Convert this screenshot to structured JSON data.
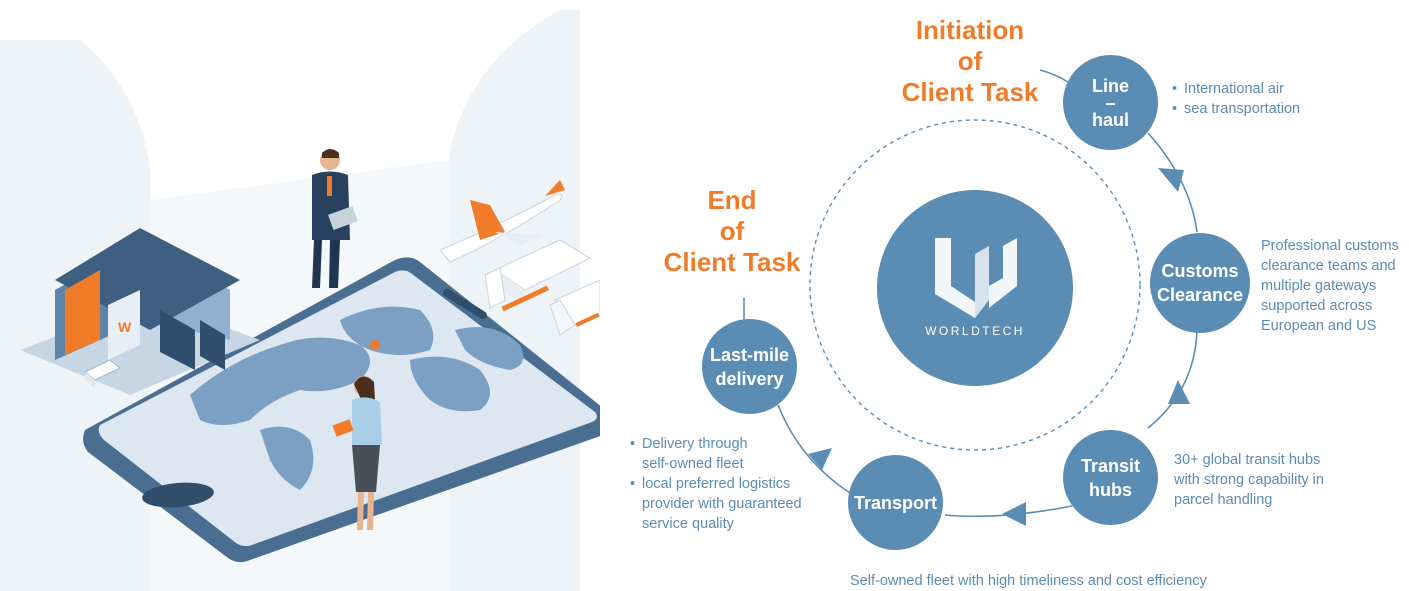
{
  "brand": {
    "logo_mark": "W",
    "name": "WORLDTECH",
    "primary_color": "#5b8db4",
    "accent_color": "#f07c2a"
  },
  "start": {
    "title_lines": [
      "Initiation",
      "of",
      "Client Task"
    ]
  },
  "end": {
    "title_lines": [
      "End",
      "of",
      "Client Task"
    ]
  },
  "steps": [
    {
      "id": "line-haul",
      "label_lines": [
        "Line",
        "–",
        "haul"
      ],
      "description": [
        "International air",
        "sea transportation"
      ],
      "bulleted": true
    },
    {
      "id": "customs-clearance",
      "label_lines": [
        "Customs",
        "Clearance"
      ],
      "description": [
        "Professional customs",
        "clearance teams and",
        "multiple gateways",
        "supported across",
        "European and US"
      ],
      "bulleted": false
    },
    {
      "id": "transit-hubs",
      "label_lines": [
        "Transit",
        "hubs"
      ],
      "description": [
        "30+ global transit hubs",
        "with strong capability in",
        "parcel handling"
      ],
      "bulleted": false
    },
    {
      "id": "transport",
      "label_lines": [
        "Transport"
      ],
      "description": [
        "Self-owned fleet with high timeliness and cost efficiency"
      ],
      "bulleted": false
    },
    {
      "id": "last-mile-delivery",
      "label_lines": [
        "Last-mile",
        "delivery"
      ],
      "description_items": [
        [
          "Delivery through",
          "self-owned fleet"
        ],
        [
          "local preferred logistics",
          "provider with guaranteed",
          "service quality"
        ]
      ],
      "bulleted": true
    }
  ]
}
